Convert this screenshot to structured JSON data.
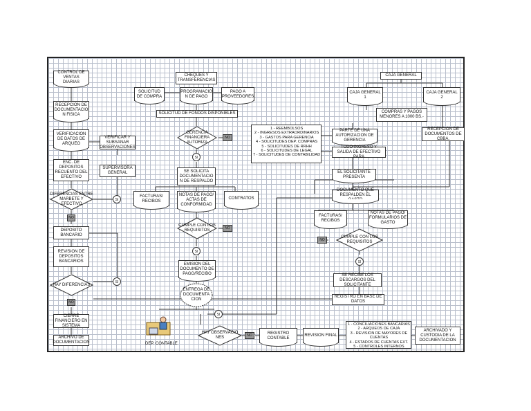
{
  "nodes": {
    "control_ventas": "CONTROL DE VENTAS DIARIAS",
    "recepcion_doc": "RECEPCION DE DOCUMENTACIO N FISICA",
    "verificacion_datos": "VERIFICACION DE DATOS DE ARQUEO",
    "verificar_subsanar": "VERIFICAR Y SUBSANAR OBSERVACIONES",
    "supervisora": "SUPERVISORA GENERAL",
    "enc_depositos": "ENC. DE DEPOSITOS RECUENTO DEL EFECTIVO",
    "diferencias": "DIFERENCIAS ENTRE MARBETE Y EFECTIVO",
    "deposito_bancario": "DEPOSITO BANCARIO",
    "revision_depositos": "REVISION DE DEPOSITOS BANCARIOS",
    "hay_diferencias": "HAY DIFERENCIAS",
    "cierre_financiero": "CIERRE FINANCIERO EN SISTEMA",
    "archivo_doc": "ARCHIVO DE DOCUMENTACION",
    "cheques": "CHEQUES Y TRANSFERENCIAS",
    "solicitud_compra": "SOLICITUD DE COMPRA",
    "programacion_pago": "PROGRAMACIO N DE PAGO",
    "pago_proveedores": "PAGO A PROVEEDORES",
    "solicitud_fondos": "SOLICITUD DE FONDOS DISPONIBLES",
    "gerencia_financiera": "GERENCIA FINANCIERA AUTORIZA",
    "se_solicita": "SE SOLICITA DOCUMENTACIO N DE RESPALDO",
    "facturas_recibos_1": "FACTURAS/ RECIBOS",
    "notas_pago": "NOTAS DE PAGO/ ACTAS DE CONFORMIDAD",
    "contratos": "CONTRATOS",
    "cumple_1": "CUMPLE CON LOS REQUISITOS",
    "emision": "EMISION DEL DOCUMENTO DE PAGO/RECIBO",
    "entrega": "ENTREGA DE DOCUMENTA CION",
    "dep_contable": "DEP. CONTABLE",
    "hay_observaciones": "HAY OBSERVACIO NES",
    "registro_contable": "REGISTRO CONTABLE",
    "revision_final": "REVISION FINAL",
    "caja_general": "CAJA GENERAL",
    "caja_general_1": "CAJA GENERAL 1",
    "caja_general_2": "CAJA GENERAL 2",
    "compras_pagos": "COMPRAS Y PAGOS MENORES A 1000 BS.-",
    "parte_autorizacion": "PARTE DE UNA AUTORIZACION DE GERENCIA",
    "recepcion_cbba": "RECEPCION DE DOCUMENTOS DE CBBA.",
    "todo_ingreso": "TODO INGRESO Y SALIDA DE EFECTIVO PARA",
    "el_solicitante": "EL SOLICITANTE PRESENTA",
    "documento_respaldo": "DOCUMENTO QUE RESPALDEN EL GASTO",
    "facturas_recibos_2": "FACTURAS/ RECIBOS",
    "notas_pago_2": "NOTAS DE PAGO/ FORMULARIOS DE GASTO",
    "cumple_2": "CUMPLE CON LOS REQUISITOS",
    "se_recibe": "SE RECIBE LOS DESCARGOS DEL SOLICITANTE",
    "registro_bd": "REGISTRO EN BASE DE DATOS",
    "archivado": "ARCHIVADO Y CUSTODIA DE LA DOCUMENTACION"
  },
  "list_solicitudes": [
    "1 - REEMBOLSOS",
    "2 - INGRESOS EXTRAORDINARIOS",
    "3 - GASTOS PARA GERENCIA",
    "4 - SOLICITUDES DEP. COMPRAS",
    "5 - SOLICITUDES DE RRHH",
    "6 - SOLICITUDES DE LEGAL",
    "7 - SOLICITUDES DE CONTABILIDAD"
  ],
  "list_conciliaciones": [
    "1 - CONCILIACIONES BANCARIAS",
    "2 - ARQUEOS DE CAJA",
    "3 - REVISION DE MAYORES DE",
    "CUENTAS",
    "4 - ESTADOS DE CUENTAS EXT.",
    "5 - CONTROLES INTERNOS"
  ],
  "labels": {
    "si": "SI",
    "no": "NO"
  },
  "colors": {
    "grid": "#b9bfcc",
    "line": "#333333",
    "no_box": "#9a9a9a"
  }
}
